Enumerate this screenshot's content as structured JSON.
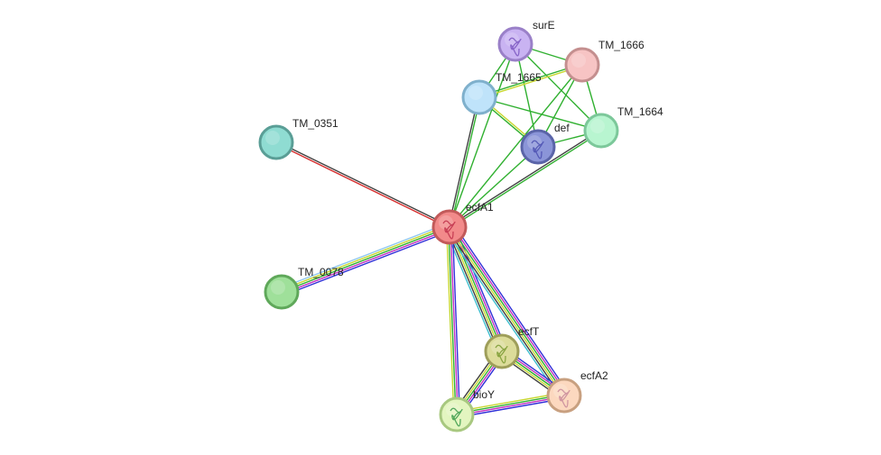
{
  "network": {
    "nodes": [
      {
        "id": "surE",
        "label": "surE",
        "fill": "#c9b3f2",
        "stroke": "#9a80c8",
        "structure": true,
        "structure_color": "#7a55c0"
      },
      {
        "id": "TM_1666",
        "label": "TM_1666",
        "fill": "#f7c4c4",
        "stroke": "#c48f8f",
        "structure": false
      },
      {
        "id": "TM_1665",
        "label": "TM_1665",
        "fill": "#bfe3fa",
        "stroke": "#7fb0cc",
        "structure": false
      },
      {
        "id": "TM_1664",
        "label": "TM_1664",
        "fill": "#b8f5d0",
        "stroke": "#7cc89a",
        "structure": false
      },
      {
        "id": "def",
        "label": "def",
        "fill": "#8b95d8",
        "stroke": "#5a64a8",
        "structure": true,
        "structure_color": "#4a4fb0"
      },
      {
        "id": "TM_0351",
        "label": "TM_0351",
        "fill": "#8fdcd2",
        "stroke": "#5a9e96",
        "structure": false
      },
      {
        "id": "ecfA1",
        "label": "ecfA1",
        "fill": "#f28a8a",
        "stroke": "#c25a5a",
        "structure": true,
        "structure_color": "#c0304a"
      },
      {
        "id": "TM_0078",
        "label": "TM_0078",
        "fill": "#9fe09a",
        "stroke": "#5fa85a",
        "structure": false
      },
      {
        "id": "ecfT",
        "label": "ecfT",
        "fill": "#dcdc9a",
        "stroke": "#9e9e5a",
        "structure": true,
        "structure_color": "#7a9a30"
      },
      {
        "id": "ecfA2",
        "label": "ecfA2",
        "fill": "#fcd8bf",
        "stroke": "#c8a080",
        "structure": true,
        "structure_color": "#c88a9a"
      },
      {
        "id": "bioY",
        "label": "bioY",
        "fill": "#e3f5c0",
        "stroke": "#a8c880",
        "structure": true,
        "structure_color": "#3a9a4a"
      }
    ],
    "edges": [
      {
        "source": "ecfA1",
        "target": "TM_0351",
        "colors": [
          "#d63030",
          "#404040"
        ]
      },
      {
        "source": "ecfA1",
        "target": "TM_0078",
        "colors": [
          "#3030d8",
          "#c030c0",
          "#30b030",
          "#c8d830",
          "#90c8f0"
        ]
      },
      {
        "source": "ecfA1",
        "target": "TM_1665",
        "colors": [
          "#404040",
          "#30b030"
        ]
      },
      {
        "source": "ecfA1",
        "target": "TM_1664",
        "colors": [
          "#404040",
          "#30b030"
        ]
      },
      {
        "source": "ecfA1",
        "target": "def",
        "colors": [
          "#30b030"
        ]
      },
      {
        "source": "ecfA1",
        "target": "surE",
        "colors": [
          "#30b030"
        ]
      },
      {
        "source": "ecfA1",
        "target": "TM_1666",
        "colors": [
          "#30b030"
        ]
      },
      {
        "source": "ecfA1",
        "target": "ecfT",
        "colors": [
          "#3030d8",
          "#c030c0",
          "#30b030",
          "#c8d830",
          "#404040",
          "#40c0d0"
        ]
      },
      {
        "source": "ecfA1",
        "target": "ecfA2",
        "colors": [
          "#3030d8",
          "#c030c0",
          "#30b030",
          "#c8d830",
          "#404040",
          "#40c0d0"
        ]
      },
      {
        "source": "ecfA1",
        "target": "bioY",
        "colors": [
          "#3030d8",
          "#c030c0",
          "#30b030",
          "#c8d830"
        ]
      },
      {
        "source": "ecfT",
        "target": "ecfA2",
        "colors": [
          "#3030d8",
          "#c030c0",
          "#30b030",
          "#c8d830",
          "#404040"
        ]
      },
      {
        "source": "ecfT",
        "target": "bioY",
        "colors": [
          "#3030d8",
          "#c030c0",
          "#30b030",
          "#c8d830",
          "#404040"
        ]
      },
      {
        "source": "ecfA2",
        "target": "bioY",
        "colors": [
          "#3030d8",
          "#c030c0",
          "#30b030",
          "#c8d830"
        ]
      },
      {
        "source": "surE",
        "target": "TM_1666",
        "colors": [
          "#30b030"
        ]
      },
      {
        "source": "surE",
        "target": "TM_1665",
        "colors": [
          "#30b030"
        ]
      },
      {
        "source": "surE",
        "target": "TM_1664",
        "colors": [
          "#30b030"
        ]
      },
      {
        "source": "surE",
        "target": "def",
        "colors": [
          "#30b030"
        ]
      },
      {
        "source": "TM_1666",
        "target": "TM_1665",
        "colors": [
          "#c8d830",
          "#30b030"
        ]
      },
      {
        "source": "TM_1666",
        "target": "TM_1664",
        "colors": [
          "#30b030"
        ]
      },
      {
        "source": "TM_1666",
        "target": "def",
        "colors": [
          "#30b030"
        ]
      },
      {
        "source": "TM_1665",
        "target": "def",
        "colors": [
          "#c8d830",
          "#30b030"
        ]
      },
      {
        "source": "TM_1665",
        "target": "TM_1664",
        "colors": [
          "#30b030"
        ]
      },
      {
        "source": "TM_1664",
        "target": "def",
        "colors": [
          "#30b030"
        ]
      }
    ]
  }
}
